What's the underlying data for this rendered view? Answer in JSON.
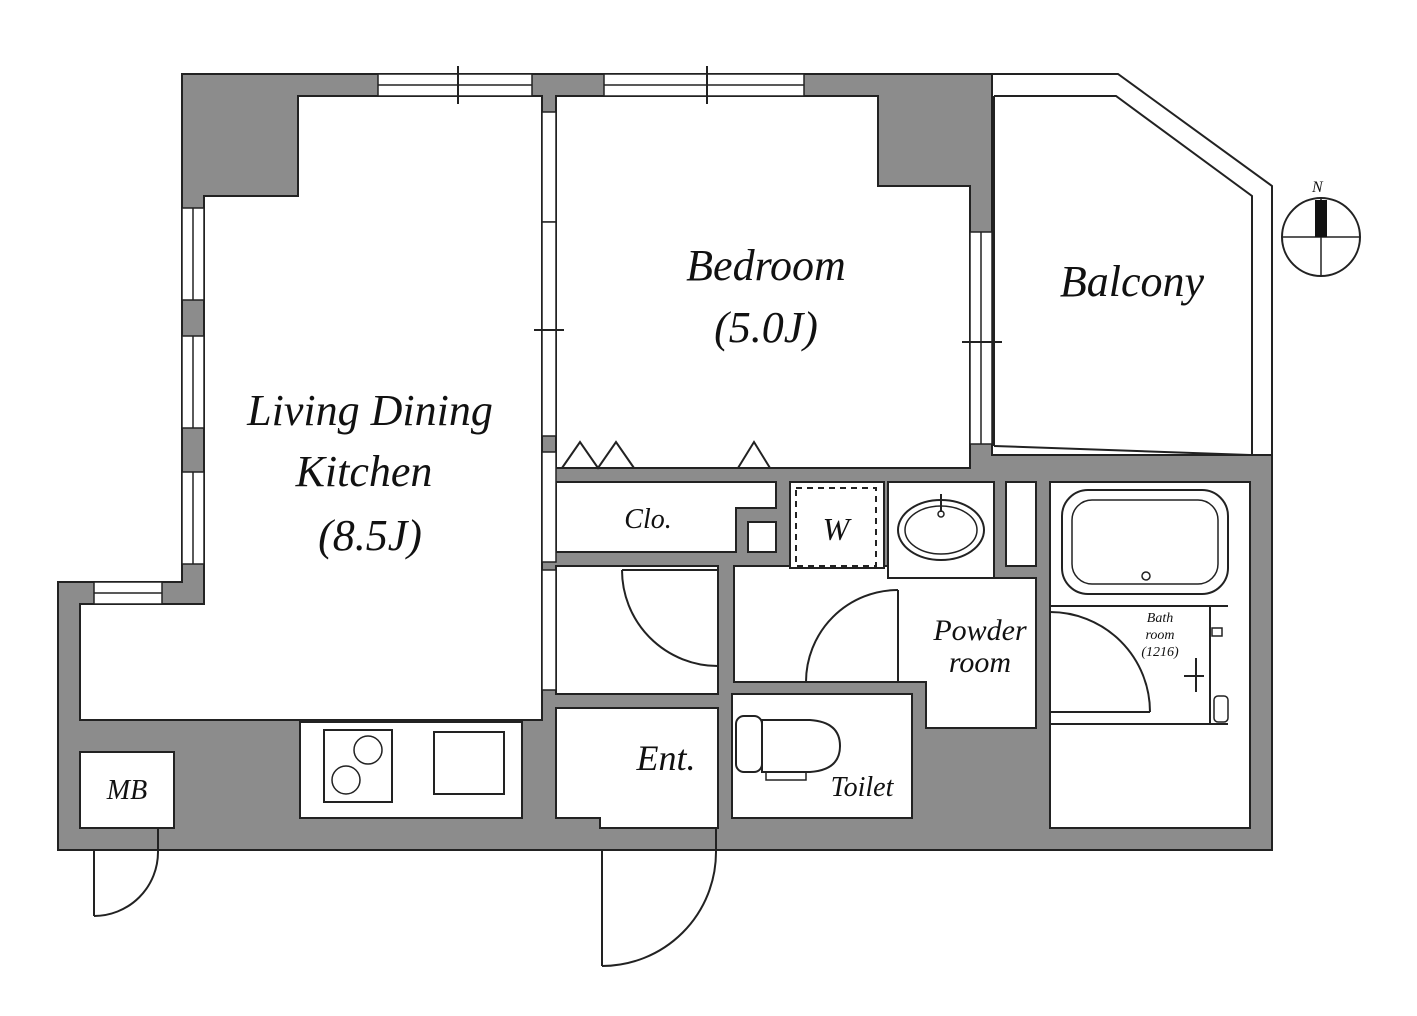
{
  "rooms": {
    "ldk": {
      "line1": "Living Dining",
      "line2": "Kitchen",
      "size": "(8.5J)"
    },
    "bedroom": {
      "name": "Bedroom",
      "size": "(5.0J)"
    },
    "balcony": "Balcony",
    "closet": "Clo.",
    "washer": "W",
    "powder_room": {
      "line1": "Powder",
      "line2": "room"
    },
    "bathroom": {
      "line1": "Bath",
      "line2": "room",
      "line3": "(1216)"
    },
    "entrance": "Ent.",
    "toilet": "Toilet",
    "meter_box": "MB"
  },
  "compass": {
    "label": "N"
  },
  "colors": {
    "wall": "#8c8c8c",
    "line": "#222222",
    "background": "#ffffff"
  }
}
